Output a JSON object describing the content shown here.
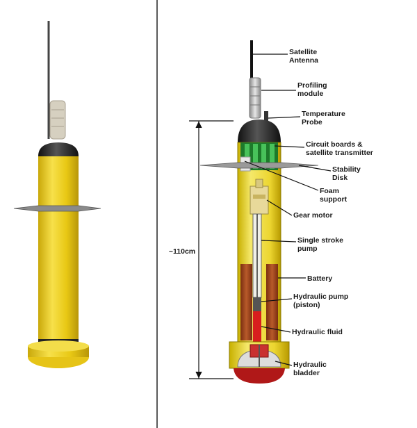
{
  "diagram": {
    "labels": {
      "satellite_antenna": [
        "Satellite",
        "Antenna"
      ],
      "profiling_module": [
        "Profiling",
        "module"
      ],
      "temperature_probe": [
        "Temperature",
        "Probe"
      ],
      "circuit_boards": [
        "Circuit boards &",
        "satellite transmitter"
      ],
      "stability_disk": [
        "Stability",
        "Disk"
      ],
      "foam_support": [
        "Foam",
        "support"
      ],
      "gear_motor": [
        "Gear motor"
      ],
      "single_stroke_pump": [
        "Single stroke",
        "pump"
      ],
      "battery": [
        "Battery"
      ],
      "hydraulic_pump": [
        "Hydraulic pump",
        "(piston)"
      ],
      "hydraulic_fluid": [
        "Hydraulic fluid"
      ],
      "hydraulic_bladder": [
        "Hydraulic",
        "bladder"
      ]
    },
    "height_dimension": "~110cm"
  },
  "colors": {
    "float_yellow": "#f2d21a",
    "battery_brown": "#a0471f",
    "circuit_green": "#2f9a3a",
    "fluid_red": "#d81e1e",
    "bladder_red": "#b01818"
  }
}
